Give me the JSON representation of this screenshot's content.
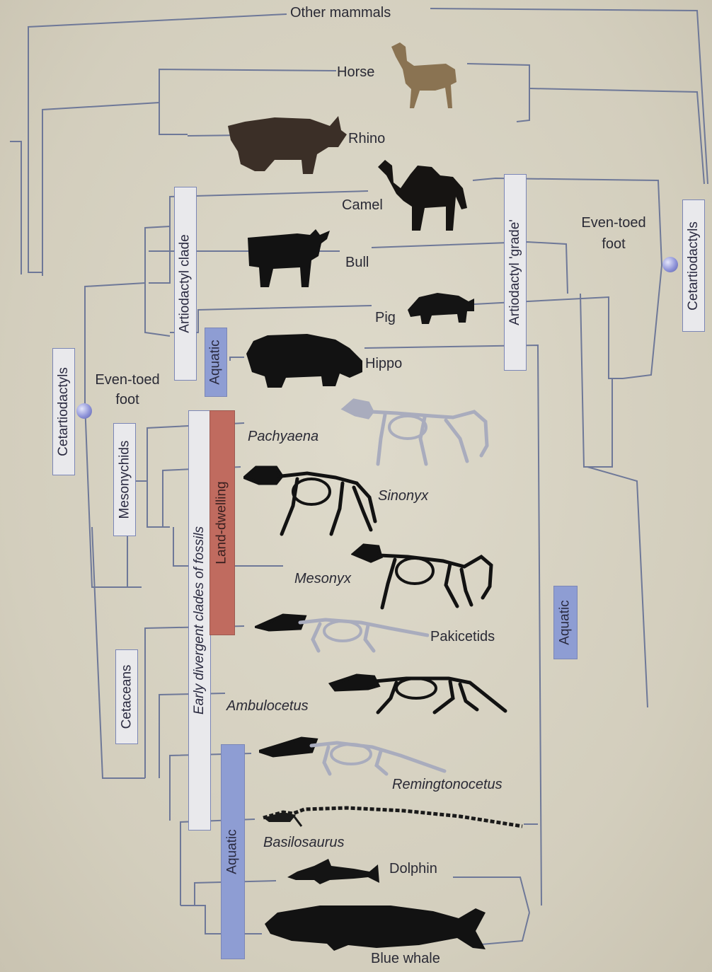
{
  "taxa": {
    "other_mammals": "Other mammals",
    "horse": "Horse",
    "rhino": "Rhino",
    "camel": "Camel",
    "bull": "Bull",
    "pig": "Pig",
    "hippo": "Hippo",
    "pachyaena": "Pachyaena",
    "sinonyx": "Sinonyx",
    "mesonyx": "Mesonyx",
    "pakicetids": "Pakicetids",
    "ambulocetus": "Ambulocetus",
    "remingtonocetus": "Remingtonocetus",
    "basilosaurus": "Basilosaurus",
    "dolphin": "Dolphin",
    "blue_whale": "Blue whale"
  },
  "group_labels": {
    "artiodactyl_clade": "Artiodactyl clade",
    "aquatic_hippo": "Aquatic",
    "cetartiodactyls_left": "Cetartiodactyls",
    "even_toed_left": "Even-toed foot",
    "mesonychids": "Mesonychids",
    "early_divergent": "Early divergent clades of fossils",
    "land_dwelling": "Land-dwelling",
    "cetaceans": "Cetaceans",
    "aquatic_whales": "Aquatic",
    "artiodactyl_grade": "Artiodactyl 'grade'",
    "aquatic_right": "Aquatic",
    "even_toed_right": "Even-toed foot",
    "cetartiodactyls_right": "Cetartiodactyls"
  },
  "colors": {
    "line": "#6e7898",
    "aquatic_box": "#8e9dd3",
    "land_box": "#c06b5f",
    "node": "#8e93d8",
    "horse": "#8a7352",
    "rhino": "#3b2f27",
    "dark": "#141414",
    "pale_fossil": "#a9acbd"
  },
  "icons": {
    "node_left": "blue-sphere-node-icon",
    "node_right": "blue-sphere-node-icon",
    "horse": "horse-silhouette-icon",
    "rhino": "rhino-silhouette-icon",
    "camel": "camel-silhouette-icon",
    "bull": "bull-silhouette-icon",
    "pig": "pig-silhouette-icon",
    "hippo": "hippo-silhouette-icon",
    "pachyaena": "pachyaena-skeleton-icon",
    "sinonyx": "sinonyx-skeleton-icon",
    "mesonyx": "mesonyx-skeleton-icon",
    "pakicetids": "pakicetid-skeleton-icon",
    "ambulocetus": "ambulocetus-skeleton-icon",
    "remingtonocetus": "remingtonocetus-skeleton-icon",
    "basilosaurus": "basilosaurus-skeleton-icon",
    "dolphin": "dolphin-silhouette-icon",
    "blue_whale": "blue-whale-silhouette-icon"
  }
}
